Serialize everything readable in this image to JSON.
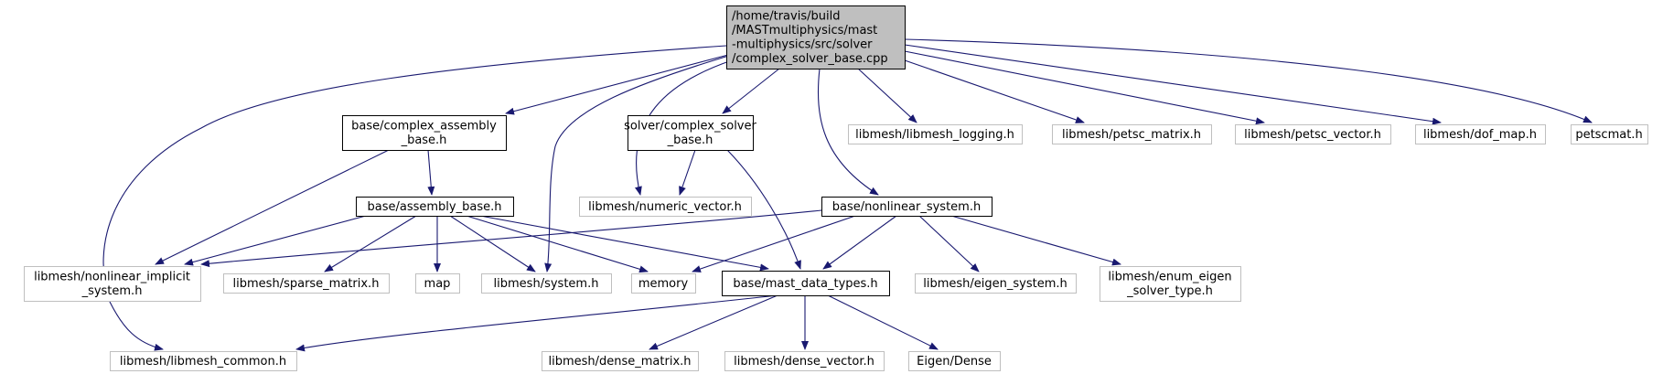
{
  "colors": {
    "edge": "#191970",
    "root_fill": "#bfbfbf",
    "root_border": "#000000",
    "documented_fill": "#ffffff",
    "documented_border": "#000000",
    "external_fill": "#ffffff",
    "external_border": "#bfbfbf",
    "text": "#000000"
  },
  "graph": {
    "nodes": [
      {
        "id": "root",
        "kind": "root",
        "lines": [
          "/home/travis/build",
          "/MASTmultiphysics/mast",
          "-multiphysics/src/solver",
          "/complex_solver_base.cpp"
        ]
      },
      {
        "id": "complex_assembly_base",
        "kind": "documented",
        "lines": [
          "base/complex_assembly",
          "_base.h"
        ]
      },
      {
        "id": "complex_solver_base_h",
        "kind": "documented",
        "lines": [
          "solver/complex_solver",
          "_base.h"
        ]
      },
      {
        "id": "libmesh_logging",
        "kind": "external",
        "lines": [
          "libmesh/libmesh_logging.h"
        ]
      },
      {
        "id": "petsc_matrix",
        "kind": "external",
        "lines": [
          "libmesh/petsc_matrix.h"
        ]
      },
      {
        "id": "petsc_vector",
        "kind": "external",
        "lines": [
          "libmesh/petsc_vector.h"
        ]
      },
      {
        "id": "dof_map",
        "kind": "external",
        "lines": [
          "libmesh/dof_map.h"
        ]
      },
      {
        "id": "petscmat",
        "kind": "external",
        "lines": [
          "petscmat.h"
        ]
      },
      {
        "id": "assembly_base",
        "kind": "documented",
        "lines": [
          "base/assembly_base.h"
        ]
      },
      {
        "id": "numeric_vector",
        "kind": "external",
        "lines": [
          "libmesh/numeric_vector.h"
        ]
      },
      {
        "id": "nonlinear_system",
        "kind": "documented",
        "lines": [
          "base/nonlinear_system.h"
        ]
      },
      {
        "id": "nonlinear_implicit",
        "kind": "external",
        "lines": [
          "libmesh/nonlinear_implicit",
          "_system.h"
        ]
      },
      {
        "id": "sparse_matrix",
        "kind": "external",
        "lines": [
          "libmesh/sparse_matrix.h"
        ]
      },
      {
        "id": "map",
        "kind": "external",
        "lines": [
          "map"
        ]
      },
      {
        "id": "system",
        "kind": "external",
        "lines": [
          "libmesh/system.h"
        ]
      },
      {
        "id": "memory",
        "kind": "external",
        "lines": [
          "memory"
        ]
      },
      {
        "id": "mast_data_types",
        "kind": "documented",
        "lines": [
          "base/mast_data_types.h"
        ]
      },
      {
        "id": "eigen_system",
        "kind": "external",
        "lines": [
          "libmesh/eigen_system.h"
        ]
      },
      {
        "id": "enum_eigen",
        "kind": "external",
        "lines": [
          "libmesh/enum_eigen",
          "_solver_type.h"
        ]
      },
      {
        "id": "libmesh_common",
        "kind": "external",
        "lines": [
          "libmesh/libmesh_common.h"
        ]
      },
      {
        "id": "dense_matrix",
        "kind": "external",
        "lines": [
          "libmesh/dense_matrix.h"
        ]
      },
      {
        "id": "dense_vector",
        "kind": "external",
        "lines": [
          "libmesh/dense_vector.h"
        ]
      },
      {
        "id": "eigen_dense",
        "kind": "external",
        "lines": [
          "Eigen/Dense"
        ]
      }
    ],
    "edges": [
      [
        "root",
        "complex_assembly_base"
      ],
      [
        "root",
        "complex_solver_base_h"
      ],
      [
        "root",
        "libmesh_logging"
      ],
      [
        "root",
        "petsc_matrix"
      ],
      [
        "root",
        "petsc_vector"
      ],
      [
        "root",
        "dof_map"
      ],
      [
        "root",
        "petscmat"
      ],
      [
        "root",
        "nonlinear_system"
      ],
      [
        "root",
        "numeric_vector"
      ],
      [
        "root",
        "system"
      ],
      [
        "root",
        "libmesh_common"
      ],
      [
        "complex_assembly_base",
        "assembly_base"
      ],
      [
        "complex_assembly_base",
        "nonlinear_implicit"
      ],
      [
        "complex_solver_base_h",
        "numeric_vector"
      ],
      [
        "complex_solver_base_h",
        "mast_data_types"
      ],
      [
        "assembly_base",
        "nonlinear_implicit"
      ],
      [
        "assembly_base",
        "sparse_matrix"
      ],
      [
        "assembly_base",
        "map"
      ],
      [
        "assembly_base",
        "system"
      ],
      [
        "assembly_base",
        "memory"
      ],
      [
        "assembly_base",
        "mast_data_types"
      ],
      [
        "nonlinear_system",
        "nonlinear_implicit"
      ],
      [
        "nonlinear_system",
        "memory"
      ],
      [
        "nonlinear_system",
        "mast_data_types"
      ],
      [
        "nonlinear_system",
        "eigen_system"
      ],
      [
        "nonlinear_system",
        "enum_eigen"
      ],
      [
        "mast_data_types",
        "libmesh_common"
      ],
      [
        "mast_data_types",
        "dense_matrix"
      ],
      [
        "mast_data_types",
        "dense_vector"
      ],
      [
        "mast_data_types",
        "eigen_dense"
      ]
    ]
  }
}
